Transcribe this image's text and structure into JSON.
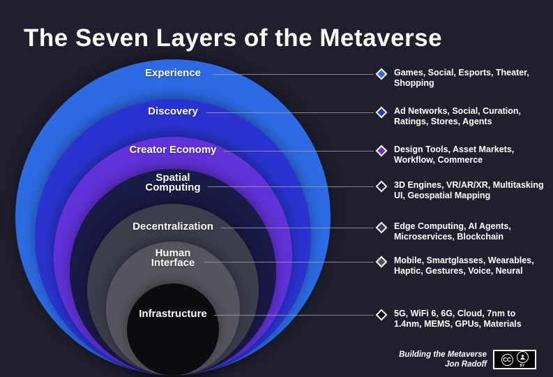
{
  "title": "The Seven Layers of the Metaverse",
  "background_color": "#1f1f2d",
  "connector_color": "#9b9ba8",
  "layers": [
    {
      "name": "Experience",
      "description": "Games, Social, Esports, Theater, Shopping",
      "color": "#2c6be4"
    },
    {
      "name": "Discovery",
      "description": "Ad Networks, Social, Curation, Ratings, Stores, Agents",
      "color": "#2a33cf"
    },
    {
      "name": "Creator Economy",
      "description": "Design Tools, Asset Markets, Workflow, Commerce",
      "color": "#6032d8"
    },
    {
      "name": "Spatial Computing",
      "description": "3D Engines, VR/AR/XR, Multitasking UI, Geospatial Mapping",
      "color": "#1a1a47"
    },
    {
      "name": "Decentralization",
      "description": "Edge Computing, AI Agents, Microservices, Blockchain",
      "color": "#3d3e4c"
    },
    {
      "name": "Human Interface",
      "description": "Mobile, Smartglasses, Wearables, Haptic, Gestures, Voice, Neural",
      "color": "#56555f"
    },
    {
      "name": "Infrastructure",
      "description": "5G, WiFi 6, 6G, Cloud, 7nm to 1.4nm, MEMS, GPUs, Materials",
      "color": "#0b0b10"
    }
  ],
  "credit": {
    "line1": "Building the Metaverse",
    "line2": "Jon Radoff"
  },
  "license": {
    "cc_label": "CC",
    "by_label": "BY"
  }
}
